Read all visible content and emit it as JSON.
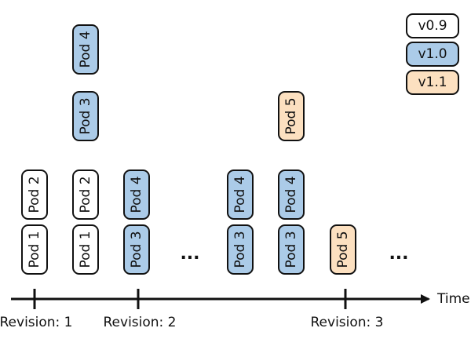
{
  "colors": {
    "v0.9": "#ffffff",
    "v1.0": "#abcbe8",
    "v1.1": "#fce0c0",
    "stroke": "#111111"
  },
  "legend": [
    {
      "version": "v0.9",
      "label": "v0.9"
    },
    {
      "version": "v1.0",
      "label": "v1.0"
    },
    {
      "version": "v1.1",
      "label": "v1.1"
    }
  ],
  "pods": [
    {
      "label": "Pod 1",
      "version": "v0.9",
      "column": 0,
      "row": 0
    },
    {
      "label": "Pod 2",
      "version": "v0.9",
      "column": 0,
      "row": 1
    },
    {
      "label": "Pod 1",
      "version": "v0.9",
      "column": 1,
      "row": 0
    },
    {
      "label": "Pod 2",
      "version": "v0.9",
      "column": 1,
      "row": 1
    },
    {
      "label": "Pod 3",
      "version": "v1.0",
      "column": 1,
      "row": 2
    },
    {
      "label": "Pod 4",
      "version": "v1.0",
      "column": 1,
      "row": 3
    },
    {
      "label": "Pod 3",
      "version": "v1.0",
      "column": 2,
      "row": 0
    },
    {
      "label": "Pod 4",
      "version": "v1.0",
      "column": 2,
      "row": 1
    },
    {
      "label": "Pod 3",
      "version": "v1.0",
      "column": 3,
      "row": 0
    },
    {
      "label": "Pod 4",
      "version": "v1.0",
      "column": 3,
      "row": 1
    },
    {
      "label": "Pod 3",
      "version": "v1.0",
      "column": 4,
      "row": 0
    },
    {
      "label": "Pod 4",
      "version": "v1.0",
      "column": 4,
      "row": 1
    },
    {
      "label": "Pod 5",
      "version": "v1.1",
      "column": 4,
      "row": 2
    },
    {
      "label": "Pod 5",
      "version": "v1.1",
      "column": 5,
      "row": 0
    }
  ],
  "ellipses": [
    {
      "text": "...",
      "after_column": 2
    },
    {
      "text": "...",
      "after_column": 5
    }
  ],
  "axis": {
    "label": "Time",
    "ticks": [
      {
        "label": "Revision: 1",
        "at_column": 0
      },
      {
        "label": "Revision: 2",
        "at_column": 2
      },
      {
        "label": "Revision: 3",
        "at_column": 5
      }
    ]
  }
}
